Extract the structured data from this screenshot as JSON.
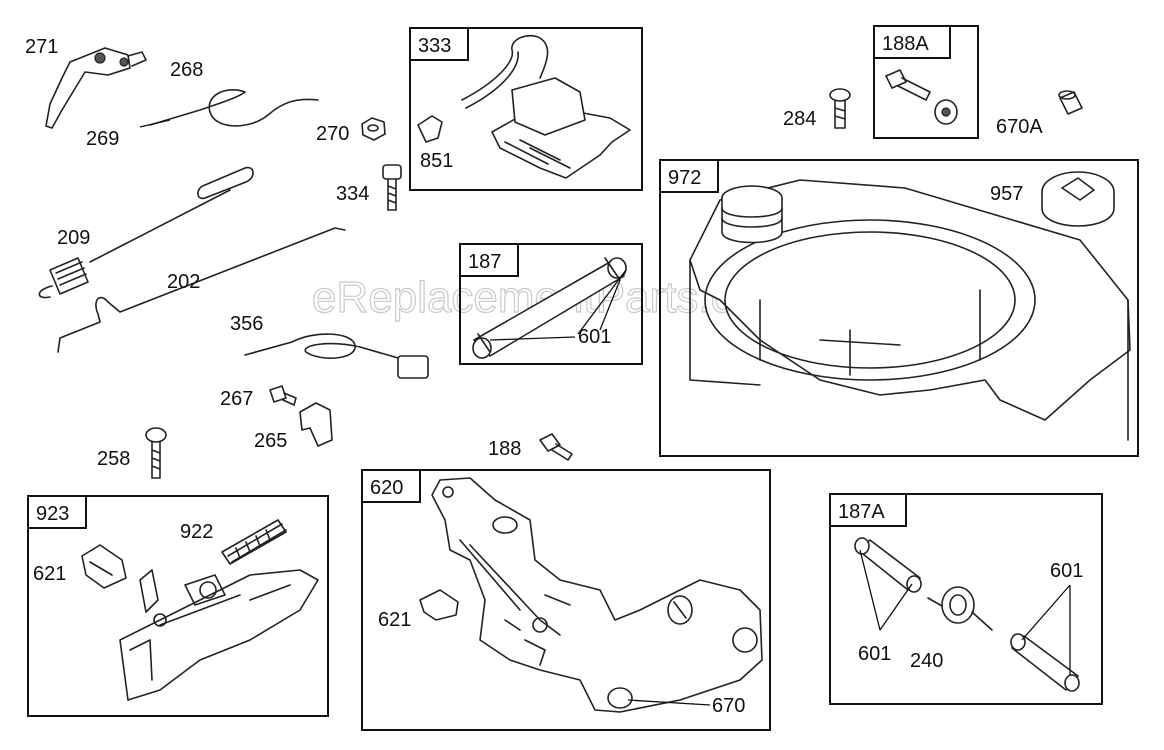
{
  "watermark": "eReplacementParts.com",
  "boxes": {
    "b333": "333",
    "b188A": "188A",
    "b972": "972",
    "b187": "187",
    "b923": "923",
    "b620": "620",
    "b187A": "187A"
  },
  "labels": {
    "l271": "271",
    "l268": "268",
    "l269": "269",
    "l270": "270",
    "l334": "334",
    "l851": "851",
    "l284": "284",
    "l670A": "670A",
    "l957": "957",
    "l209": "209",
    "l202": "202",
    "l601a": "601",
    "l356": "356",
    "l267": "267",
    "l265": "265",
    "l258": "258",
    "l188": "188",
    "l922": "922",
    "l621a": "621",
    "l621b": "621",
    "l670": "670",
    "l601b": "601",
    "l240": "240",
    "l601c": "601"
  }
}
